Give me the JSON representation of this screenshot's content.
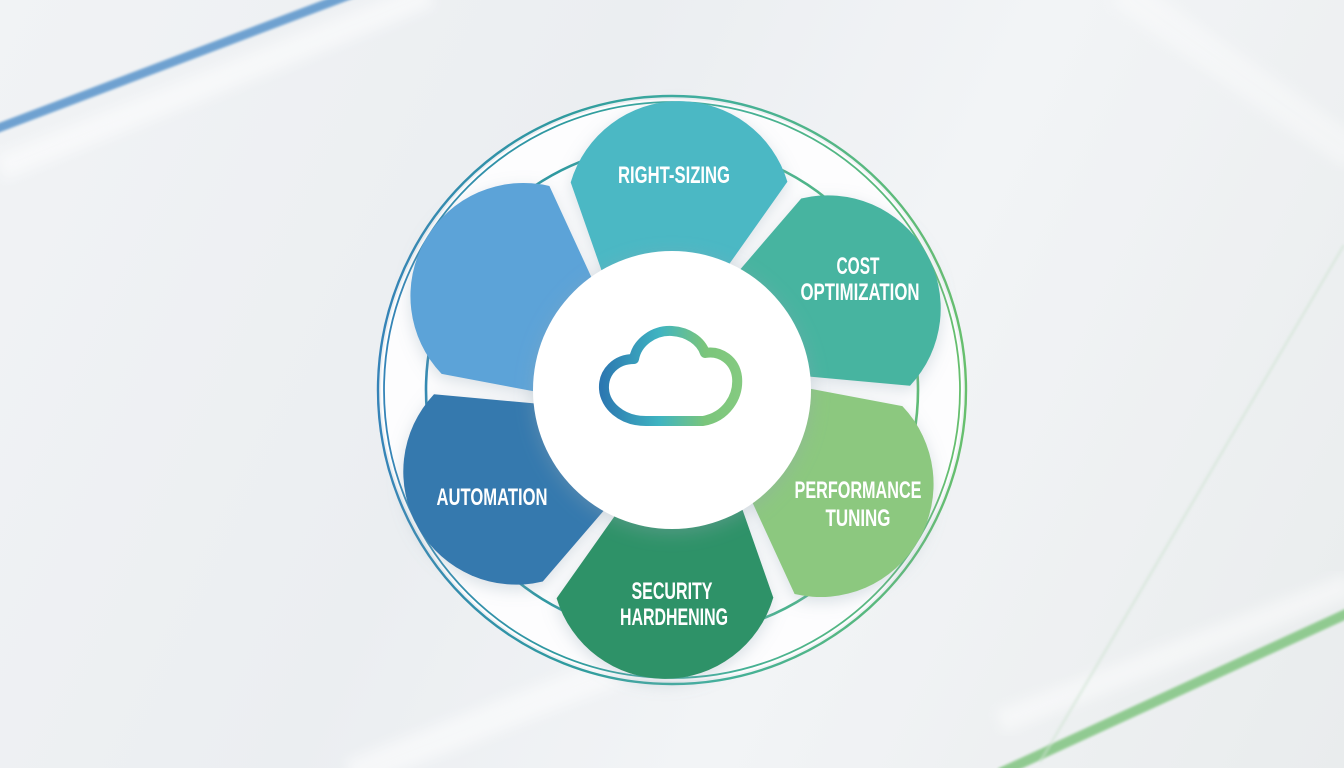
{
  "diagram": {
    "name": "cloud-optimization-cycle",
    "center_icon": "cloud-icon",
    "petals": [
      {
        "id": "right-sizing",
        "lines": [
          "RIGHT-SIZING",
          ""
        ],
        "color": "#4bb8c4"
      },
      {
        "id": "cost-optimization",
        "lines": [
          "COST",
          "OPTIMIZATION"
        ],
        "color": "#46b4a0"
      },
      {
        "id": "performance-tuning",
        "lines": [
          "PERFORMANCE",
          "TUNING"
        ],
        "color": "#8cc87f"
      },
      {
        "id": "security-hardhening",
        "lines": [
          "SECURITY",
          "HARDHENING"
        ],
        "color": "#2f9268"
      },
      {
        "id": "automation",
        "lines": [
          "AUTOMATION",
          ""
        ],
        "color": "#3579ae"
      },
      {
        "id": "unlabeled",
        "lines": [
          "",
          ""
        ],
        "color": "#5ba3d8"
      }
    ],
    "colors": {
      "ring_left": "#3583b8",
      "ring_mid": "#36a8a4",
      "ring_right": "#67bf6d",
      "cloud_left": "#2c78b1",
      "cloud_mid": "#3fb4c1",
      "cloud_right": "#7cc87c",
      "center_fill": "#ffffff",
      "label_text": "#ffffff",
      "background": "#edf0f2",
      "accent_line_blue": "#659bce",
      "accent_line_green": "#8cc98c"
    }
  }
}
